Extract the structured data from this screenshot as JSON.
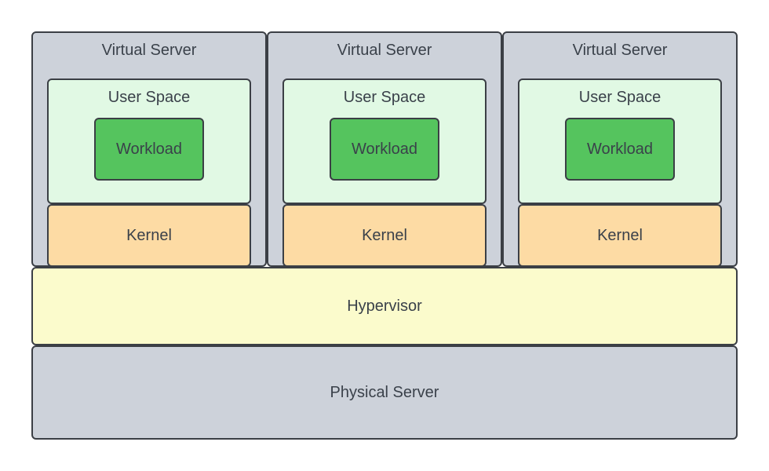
{
  "diagram": {
    "virtual_servers": [
      {
        "title": "Virtual Server",
        "user_space": "User Space",
        "workload": "Workload",
        "kernel": "Kernel"
      },
      {
        "title": "Virtual Server",
        "user_space": "User Space",
        "workload": "Workload",
        "kernel": "Kernel"
      },
      {
        "title": "Virtual Server",
        "user_space": "User Space",
        "workload": "Workload",
        "kernel": "Kernel"
      }
    ],
    "hypervisor": "Hypervisor",
    "physical_server": "Physical Server"
  },
  "colors": {
    "virtual_server": "#cdd2da",
    "user_space": "#e1f9e4",
    "workload": "#55c45e",
    "kernel": "#fddba4",
    "hypervisor": "#fbfbcc",
    "physical_server": "#cdd2da",
    "border": "#3b3f45"
  }
}
